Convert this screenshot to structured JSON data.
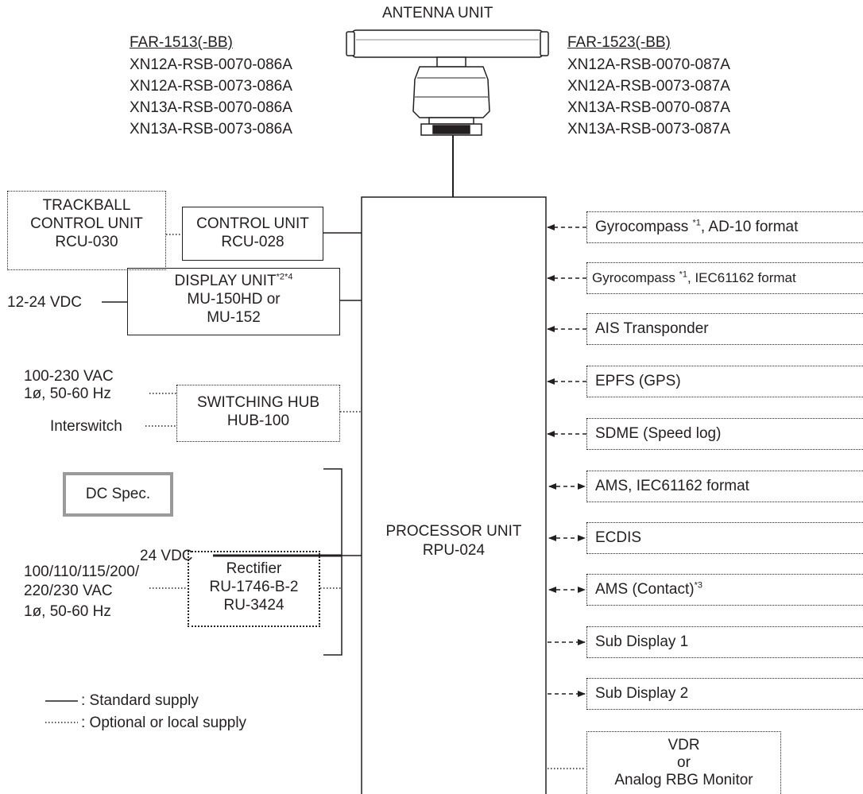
{
  "antenna": {
    "title": "ANTENNA UNIT",
    "left_model": "FAR-1513(-BB)",
    "left_variants": [
      "XN12A-RSB-0070-086A",
      "XN12A-RSB-0073-086A",
      "XN13A-RSB-0070-086A",
      "XN13A-RSB-0073-086A"
    ],
    "right_model": "FAR-1523(-BB)",
    "right_variants": [
      "XN12A-RSB-0070-087A",
      "XN12A-RSB-0073-087A",
      "XN13A-RSB-0070-087A",
      "XN13A-RSB-0073-087A"
    ]
  },
  "trackball": {
    "line1": "TRACKBALL",
    "line2": "CONTROL UNIT",
    "line3": "RCU-030"
  },
  "control_unit": {
    "line1": "CONTROL UNIT",
    "line2": "RCU-028"
  },
  "display_unit": {
    "line1": "DISPLAY UNIT",
    "line1_note": "*2*4",
    "line2": "MU-150HD or",
    "line3": "MU-152",
    "power": "12-24 VDC"
  },
  "switching_hub": {
    "line1": "SWITCHING HUB",
    "line2": "HUB-100",
    "power1": "100-230 VAC",
    "power2": "1ø, 50-60 Hz",
    "interswitch": "Interswitch"
  },
  "dc_spec": {
    "label": "DC Spec.",
    "voltage": "24 VDC"
  },
  "rectifier": {
    "line1": "Rectifier",
    "line2": "RU-1746-B-2",
    "line3": "RU-3424",
    "power1": "100/110/115/200/",
    "power2": "220/230 VAC",
    "power3": "1ø, 50-60 Hz"
  },
  "processor": {
    "line1": "PROCESSOR UNIT",
    "line2": "RPU-024"
  },
  "inputs": [
    {
      "label": "Gyrocompass ",
      "note": "*1",
      "suffix": ", AD-10 format"
    },
    {
      "label": "Gyrocompass ",
      "note": "*1",
      "suffix": ", IEC61162 format"
    },
    {
      "label": "AIS Transponder",
      "note": "",
      "suffix": ""
    },
    {
      "label": "EPFS (GPS)",
      "note": "",
      "suffix": ""
    },
    {
      "label": "SDME (Speed log)",
      "note": "",
      "suffix": ""
    },
    {
      "label": "AMS, IEC61162 format",
      "note": "",
      "suffix": ""
    },
    {
      "label": "ECDIS",
      "note": "",
      "suffix": ""
    },
    {
      "label": "AMS (Contact)",
      "note": "*3",
      "suffix": ""
    },
    {
      "label": "Sub Display 1",
      "note": "",
      "suffix": ""
    },
    {
      "label": "Sub Display 2",
      "note": "",
      "suffix": ""
    }
  ],
  "vdr": {
    "line1": "VDR",
    "line2": "or",
    "line3": "Analog RBG Monitor"
  },
  "legend": {
    "standard": ": Standard supply",
    "optional": ": Optional or local supply"
  }
}
